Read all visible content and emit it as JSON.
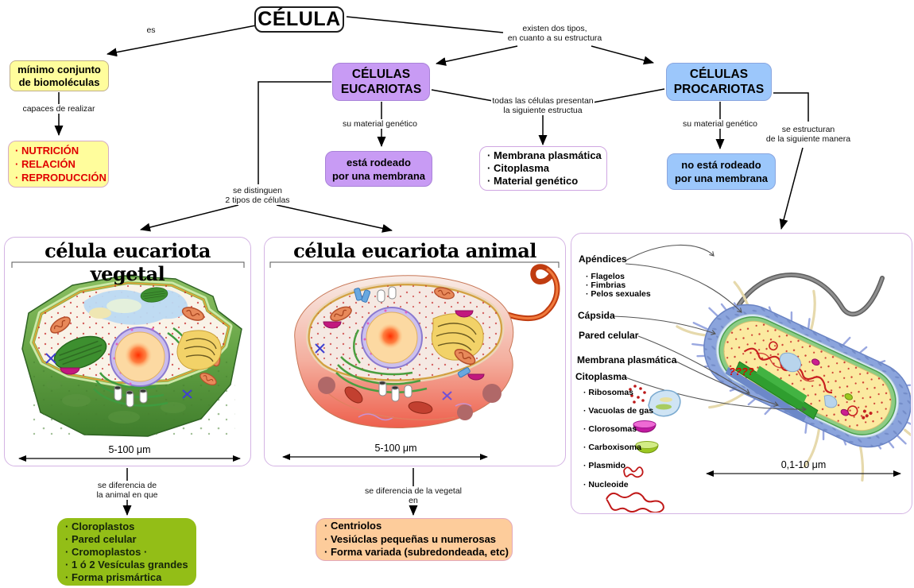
{
  "nodes": {
    "celula": "CÉLULA",
    "minimo": "mínimo conjunto\nde biomoléculas",
    "funciones": [
      "· NUTRICIÓN",
      "· RELACIÓN",
      "· REPRODUCCIÓN"
    ],
    "eucariotas": "CÉLULAS\nEUCARIOTAS",
    "procariotas": "CÉLULAS\nPROCARIOTAS",
    "esta_rodeado": "está rodeado\npor una membrana",
    "estructura": [
      "· Membrana plasmática",
      "· Citoplasma",
      "· Material genético"
    ],
    "no_esta_rodeado": "no está rodeado\npor una membrana",
    "dif_vegetal": [
      "· Cloroplastos",
      "· Pared celular",
      "· Cromoplastos ·",
      "· 1 ó 2 Vesículas grandes",
      "· Forma prismártica"
    ],
    "dif_animal": [
      "· Centriolos",
      "· Vesiúclas pequeñas u numerosas",
      "· Forma variada (subredondeada, etc)"
    ]
  },
  "edges": {
    "es": "es",
    "capaces": "capaces de realizar",
    "existen": "existen dos tipos,\nen cuanto a su estructura",
    "todas": "todas las células presentan\nla siguiente estructua",
    "su_material_1": "su material genético",
    "su_material_2": "su material genético",
    "se_estructuran": "se estructuran\nde la siguiente manera",
    "se_distinguen": "se distinguen\n2 tipos de células",
    "dif_de_animal": "se diferencia de\nla animal en que",
    "dif_de_vegetal": "se diferencia de la vegetal en"
  },
  "panels": {
    "vegetal": {
      "title": "célula eucariota vegetal",
      "scale": "5-100 μm"
    },
    "animal": {
      "title": "célula eucariota animal",
      "scale": "5-100 μm"
    },
    "procariota": {
      "scale": "0,1-10 μm",
      "question_marks": "????",
      "apendices": "Apéndices",
      "apendices_items": [
        "· Flagelos",
        "· Fimbrias",
        "· Pelos sexuales"
      ],
      "capsida": "Cápsida",
      "pared": "Pared celular",
      "membrana": "Membrana plasmática",
      "citoplasma": "Citoplasma",
      "cito_items": [
        "· Ribosomas",
        "· Vacuolas de gas",
        "· Clorosomas",
        "· Carboxisoma",
        "· Plasmido",
        "· Nucleoide"
      ]
    }
  },
  "colors": {
    "node_yellow": "#fffd9c",
    "node_purple": "#c89bf4",
    "node_blue": "#9cc7fb",
    "node_green": "#93be17",
    "node_orange": "#fdcc9b",
    "list_red_text": "#e00000",
    "panel_border": "#d4b4e4",
    "capsule_blue": "#8ba4dc",
    "cell_wall_green": "#8ccc84",
    "cytoplasm_yellow": "#fbeaa0",
    "nucleoid_red": "#c82020"
  }
}
